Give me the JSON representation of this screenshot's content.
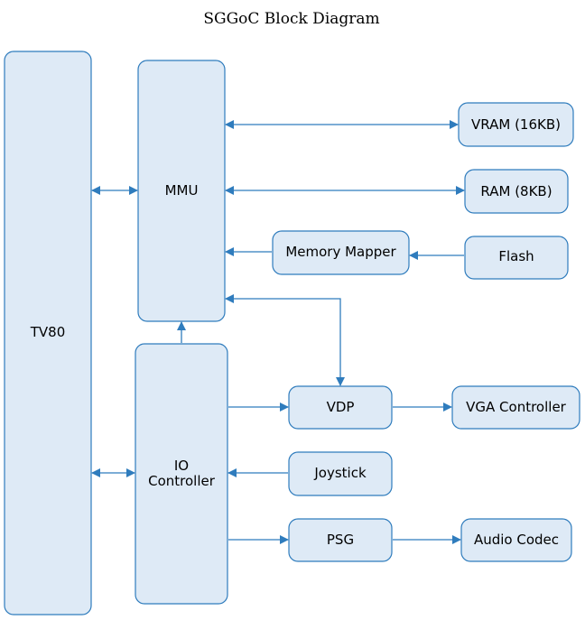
{
  "title": "SGGoC Block Diagram",
  "colors": {
    "node_fill": "#deeaf6",
    "node_stroke": "#2f7cbd",
    "edge": "#2f7cbd",
    "title_text": "#000000"
  },
  "nodes": {
    "tv80": {
      "label": "TV80"
    },
    "mmu": {
      "label": "MMU"
    },
    "vram": {
      "label": "VRAM (16KB)"
    },
    "ram": {
      "label": "RAM (8KB)"
    },
    "memory_mapper": {
      "label": "Memory Mapper"
    },
    "flash": {
      "label": "Flash"
    },
    "io_controller": {
      "label_line1": "IO",
      "label_line2": "Controller"
    },
    "vdp": {
      "label": "VDP"
    },
    "vga_controller": {
      "label": "VGA Controller"
    },
    "joystick": {
      "label": "Joystick"
    },
    "psg": {
      "label": "PSG"
    },
    "audio_codec": {
      "label": "Audio Codec"
    }
  },
  "edges": [
    {
      "from": "tv80",
      "to": "mmu",
      "direction": "both"
    },
    {
      "from": "tv80",
      "to": "io_controller",
      "direction": "both"
    },
    {
      "from": "mmu",
      "to": "vram",
      "direction": "both"
    },
    {
      "from": "mmu",
      "to": "ram",
      "direction": "both"
    },
    {
      "from": "memory_mapper",
      "to": "mmu",
      "direction": "forward"
    },
    {
      "from": "flash",
      "to": "memory_mapper",
      "direction": "forward"
    },
    {
      "from": "mmu",
      "to": "vdp",
      "direction": "both"
    },
    {
      "from": "io_controller",
      "to": "mmu",
      "direction": "forward"
    },
    {
      "from": "io_controller",
      "to": "vdp",
      "direction": "forward"
    },
    {
      "from": "vdp",
      "to": "vga_controller",
      "direction": "forward"
    },
    {
      "from": "joystick",
      "to": "io_controller",
      "direction": "forward"
    },
    {
      "from": "io_controller",
      "to": "psg",
      "direction": "forward"
    },
    {
      "from": "psg",
      "to": "audio_codec",
      "direction": "forward"
    }
  ]
}
